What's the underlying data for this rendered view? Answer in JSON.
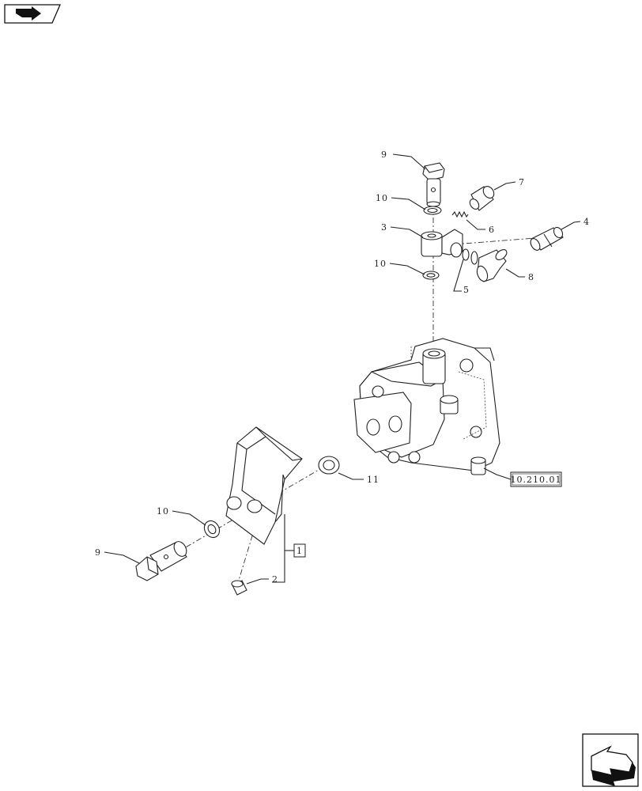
{
  "callouts": {
    "c9_top": "9",
    "c10_top": "10",
    "c3": "3",
    "c10_mid": "10",
    "c7": "7",
    "c6": "6",
    "c4": "4",
    "c5": "5",
    "c8": "8",
    "c11": "11",
    "c10_low": "10",
    "c9_low": "9",
    "c2": "2",
    "c1": "1"
  },
  "reference_box": "10.210.01",
  "icons": {
    "top_left": "nav-back-arrow-icon",
    "bottom_right": "nav-next-arrow-icon"
  }
}
